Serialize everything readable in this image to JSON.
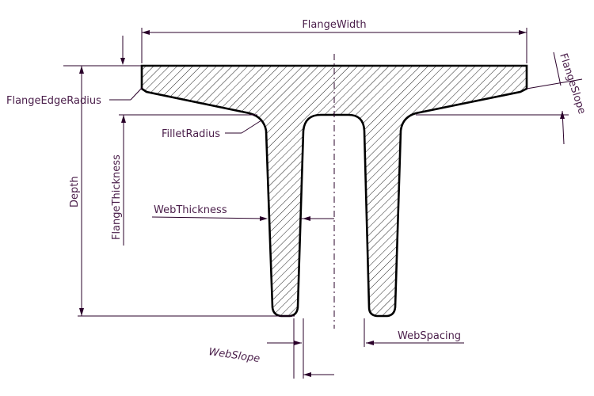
{
  "labels": {
    "flange_width": "FlangeWidth",
    "flange_edge_radius": "FlangeEdgeRadius",
    "flange_slope": "FlangeSlope",
    "fillet_radius": "FilletRadius",
    "depth": "Depth",
    "flange_thickness": "FlangeThickness",
    "web_thickness": "WebThickness",
    "web_spacing": "WebSpacing",
    "web_slope": "WebSlope"
  },
  "colors": {
    "label_text": "#4a1e4a",
    "outline": "#000000",
    "dimension_lines": "#2a002a"
  }
}
